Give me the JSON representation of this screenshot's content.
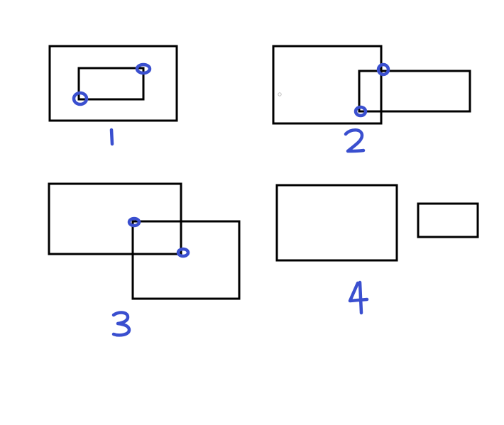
{
  "colors": {
    "outline": "#000000",
    "annotation_ink": "#3a4fcf",
    "background": "#ffffff"
  },
  "cases": [
    {
      "label": "1"
    },
    {
      "label": "2"
    },
    {
      "label": "3"
    },
    {
      "label": "4"
    }
  ]
}
